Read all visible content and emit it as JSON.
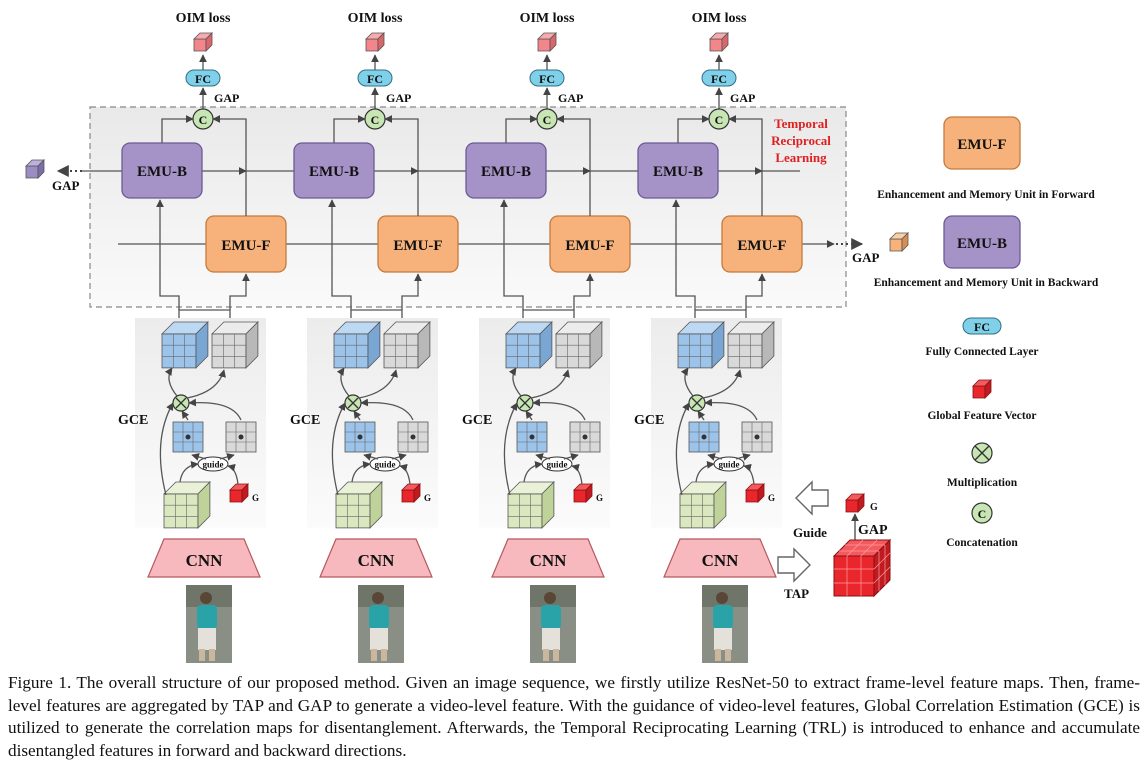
{
  "diagram": {
    "frames": [
      {
        "oim_label": "OIM loss",
        "fc_label": "FC",
        "gap_label": "GAP",
        "concat_label": "C",
        "emu_b_label": "EMU-B",
        "emu_f_label": "EMU-F",
        "gce_label": "GCE",
        "guide_label": "guide",
        "g_label": "G",
        "cnn_label": "CNN"
      },
      {
        "oim_label": "OIM loss",
        "fc_label": "FC",
        "gap_label": "GAP",
        "concat_label": "C",
        "emu_b_label": "EMU-B",
        "emu_f_label": "EMU-F",
        "gce_label": "GCE",
        "guide_label": "guide",
        "g_label": "G",
        "cnn_label": "CNN"
      },
      {
        "oim_label": "OIM loss",
        "fc_label": "FC",
        "gap_label": "GAP",
        "concat_label": "C",
        "emu_b_label": "EMU-B",
        "emu_f_label": "EMU-F",
        "gce_label": "GCE",
        "guide_label": "guide",
        "g_label": "G",
        "cnn_label": "CNN"
      },
      {
        "oim_label": "OIM loss",
        "fc_label": "FC",
        "gap_label": "GAP",
        "concat_label": "C",
        "emu_b_label": "EMU-B",
        "emu_f_label": "EMU-F",
        "gce_label": "GCE",
        "guide_label": "guide",
        "g_label": "G",
        "cnn_label": "CNN"
      }
    ],
    "trl_label_lines": [
      "Temporal",
      "Reciprocal",
      "Learning"
    ],
    "left_gap_label": "GAP",
    "right_gap_label": "GAP",
    "global_feature": {
      "g_label": "G",
      "gap_label": "GAP",
      "guide_label": "Guide",
      "tap_label": "TAP"
    }
  },
  "legend": {
    "emu_f_box": "EMU-F",
    "emu_f_desc": "Enhancement and Memory Unit in Forward",
    "emu_b_box": "EMU-B",
    "emu_b_desc": "Enhancement and Memory Unit in Backward",
    "fc_box": "FC",
    "fc_desc": "Fully Connected Layer",
    "gfv_desc": "Global Feature Vector",
    "mult_desc": "Multiplication",
    "concat_symbol": "C",
    "concat_desc": "Concatenation"
  },
  "caption": "Figure 1. The overall structure of our proposed method. Given an image sequence, we firstly utilize ResNet-50 to extract frame-level feature maps. Then, frame-level features are aggregated by TAP and GAP to generate a video-level feature. With the guidance of video-level features, Global Correlation Estimation (GCE) is utilized to generate the correlation maps for disentanglement. Afterwards, the Temporal Reciprocating Learning (TRL) is introduced to enhance and accumulate disentangled features in forward and backward directions.",
  "colors": {
    "emu_f_fill": "#f6b27a",
    "emu_f_stroke": "#c77a3a",
    "emu_b_fill": "#a593c8",
    "emu_b_stroke": "#6c5a96",
    "fc_fill": "#7fd0e8",
    "concat_fill": "#c8e6b4",
    "gfv_red": "#e8262b",
    "oim_cube": "#f2868a",
    "blue_cube": "#9cc3ea",
    "gray_cube": "#d9d9d9",
    "green_cube": "#dbe8bf",
    "cnn_fill": "#f7b9bd",
    "trl_text": "#e02020"
  }
}
